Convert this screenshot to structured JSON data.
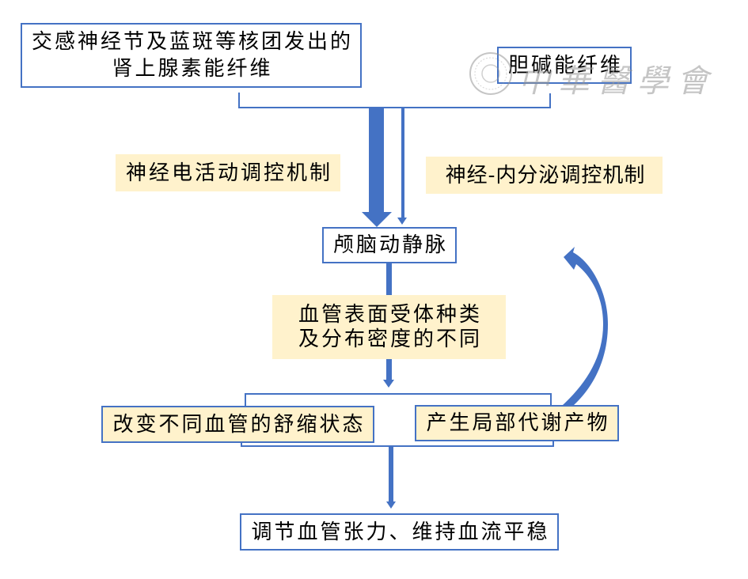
{
  "diagram": {
    "nodes": {
      "adrenergic_fibers": {
        "line1": "交感神经节及蓝斑等核团发出的",
        "line2": "肾上腺素能纤维"
      },
      "cholinergic_fibers": {
        "label": "胆碱能纤维"
      },
      "cranial_vessels": {
        "label": "颅脑动静脉"
      },
      "vasomotor_change": {
        "label": "改变不同血管的舒缩状态"
      },
      "local_metabolites": {
        "label": "产生局部代谢产物"
      },
      "outcome": {
        "label": "调节血管张力、维持血流平稳"
      }
    },
    "annotations": {
      "neural_electrical": "神经电活动调控机制",
      "neuroendocrine": "神经-内分泌调控机制",
      "receptor_line1": "血管表面受体种类",
      "receptor_line2": "及分布密度的不同"
    },
    "edges": [
      {
        "from": "adrenergic_fibers",
        "to": "cranial_vessels",
        "style": "thick-arrow",
        "via": "neural_electrical"
      },
      {
        "from": "cholinergic_fibers",
        "to": "cranial_vessels",
        "style": "thin-arrow",
        "via": "neuroendocrine"
      },
      {
        "from": "cranial_vessels",
        "to": [
          "vasomotor_change",
          "local_metabolites"
        ],
        "style": "arrow",
        "via": "receptor"
      },
      {
        "from": [
          "vasomotor_change",
          "local_metabolites"
        ],
        "to": "outcome",
        "style": "arrow"
      },
      {
        "from": "local_metabolites",
        "to": "cranial_vessels",
        "style": "curved-feedback-arrow"
      }
    ]
  },
  "colors": {
    "border": "#4472C4",
    "arrow": "#4472C4",
    "highlight": "#FFF2CC",
    "text": "#000000",
    "watermark": "#969696"
  },
  "watermark": {
    "text": "中華醫學會"
  }
}
